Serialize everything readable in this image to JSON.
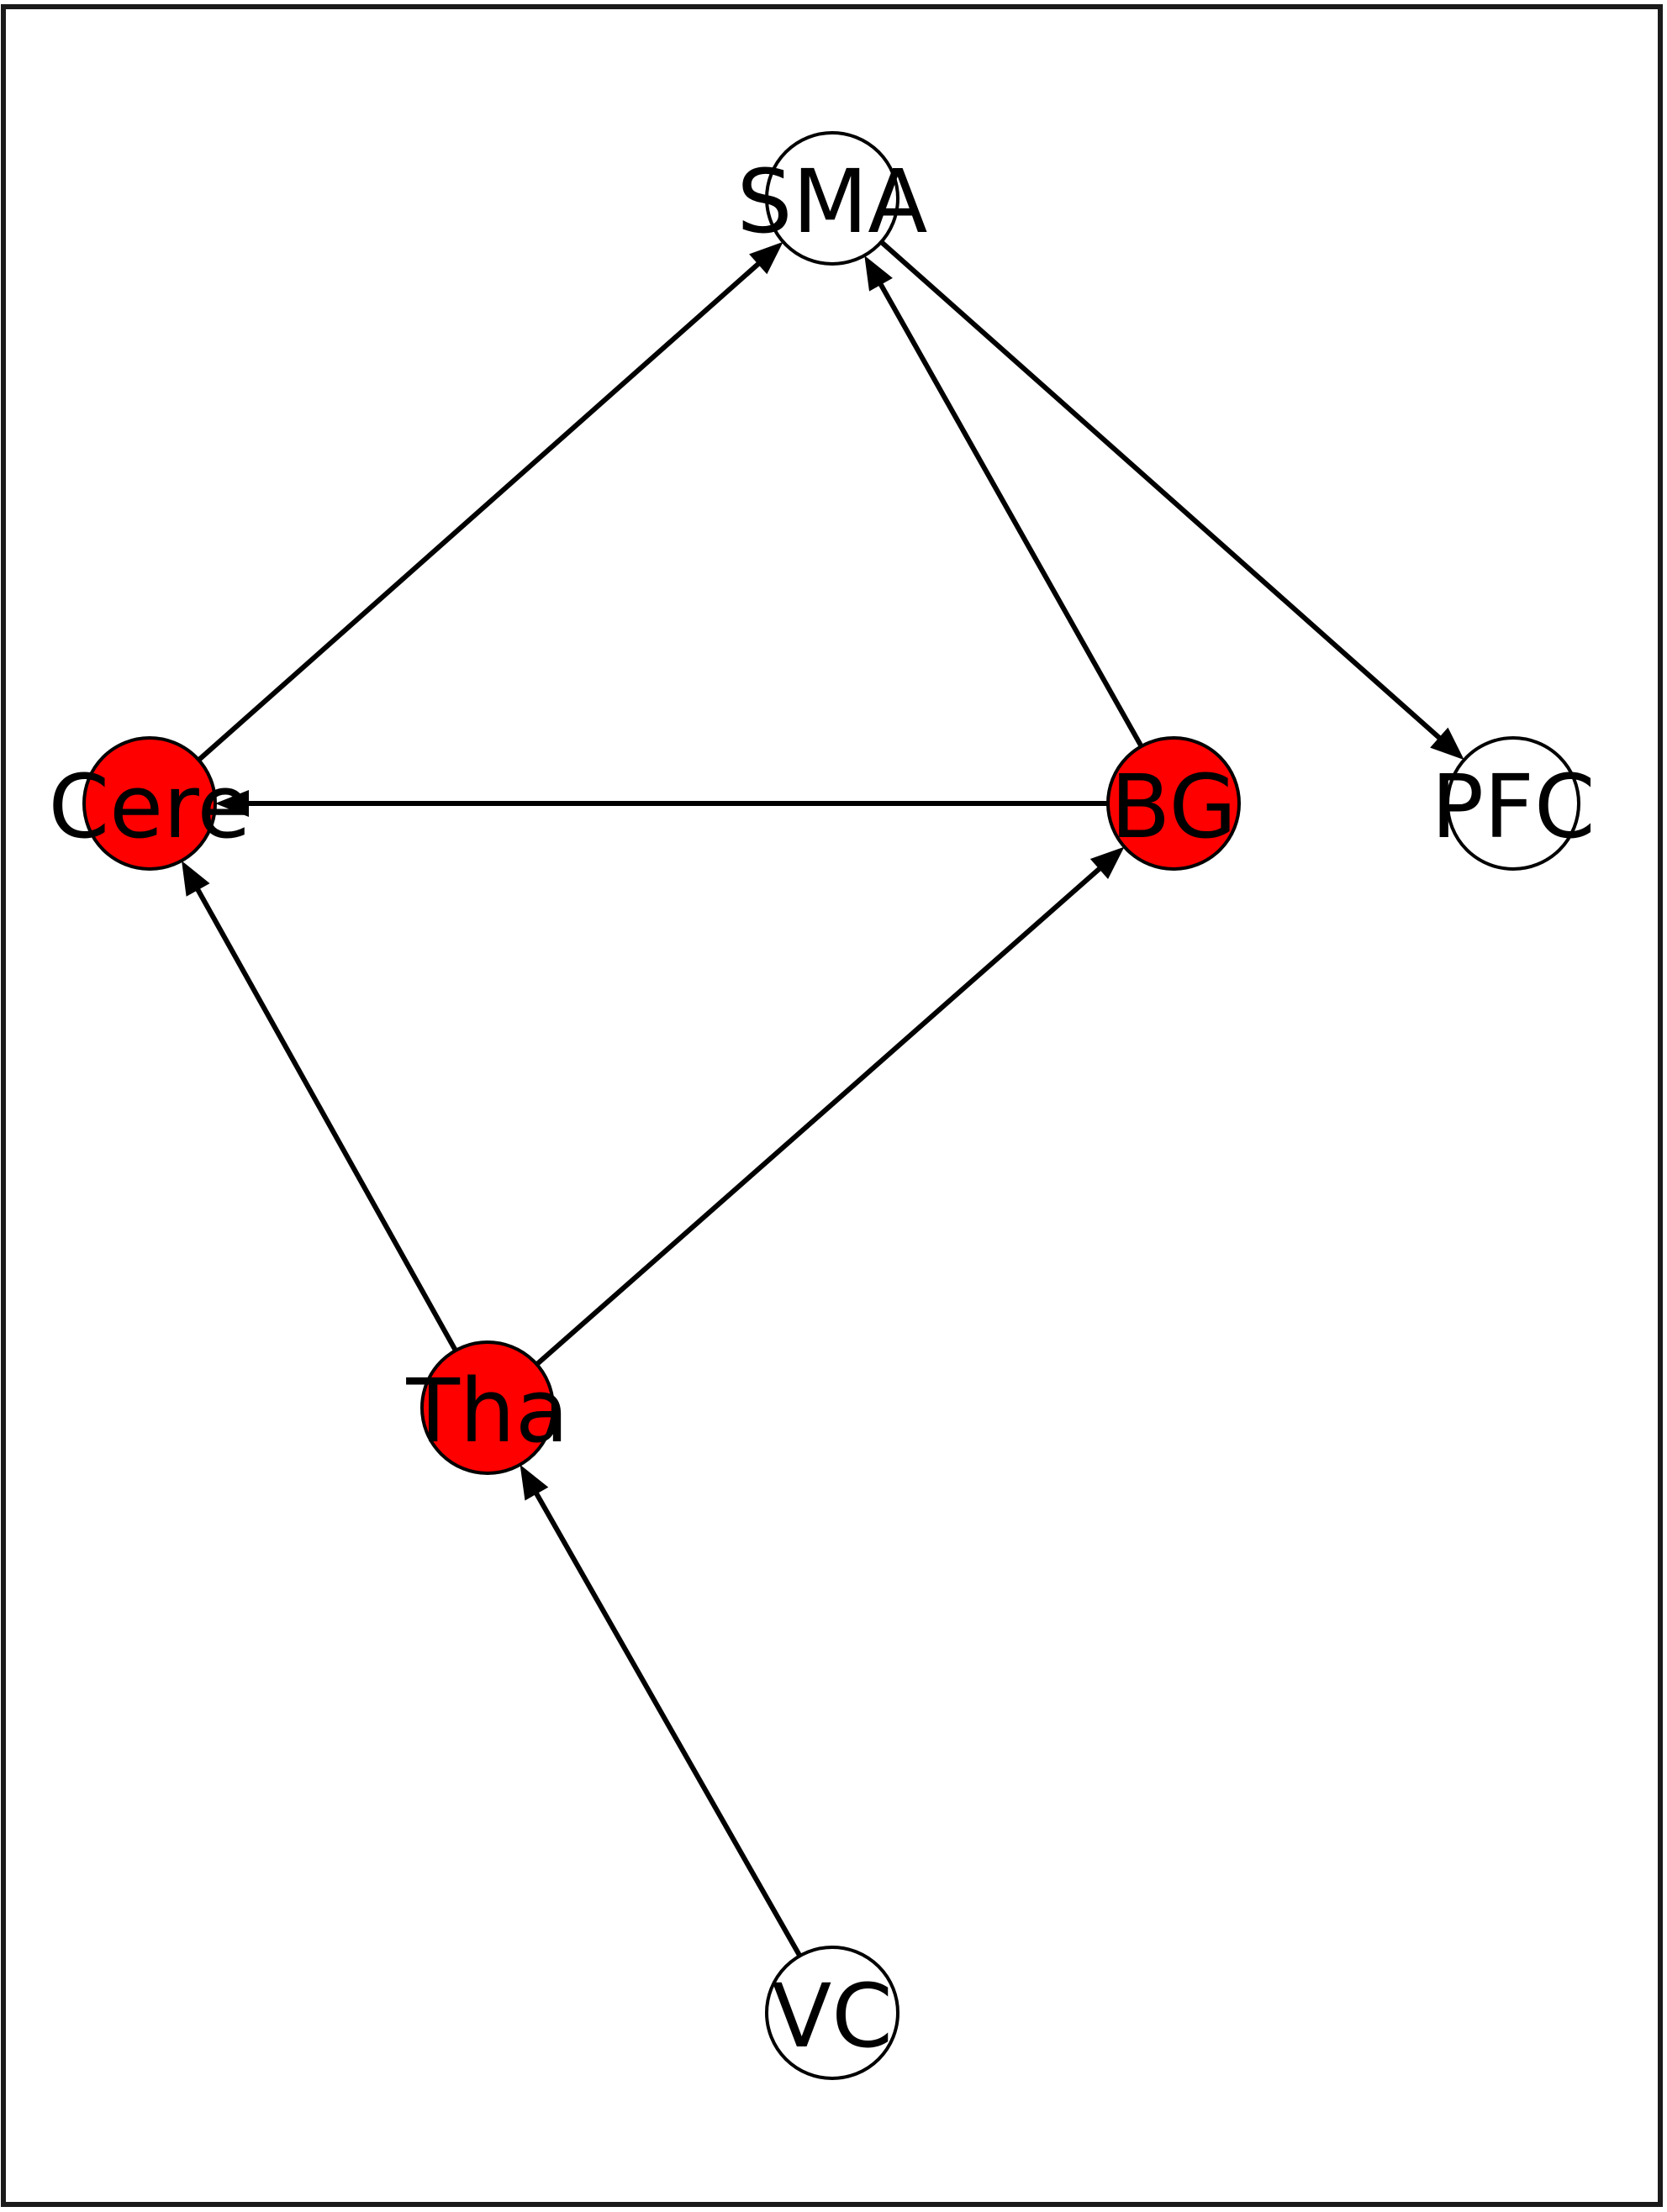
{
  "colors": {
    "highlight_fill": "#ff0000",
    "default_fill": "#ffffff",
    "edge": "#000000",
    "frame": "#1a1a1a"
  },
  "graph": {
    "nodes": [
      {
        "id": "SMA",
        "label": "SMA",
        "highlighted": false
      },
      {
        "id": "Cere",
        "label": "Cere",
        "highlighted": true
      },
      {
        "id": "BG",
        "label": "BG",
        "highlighted": true
      },
      {
        "id": "PFC",
        "label": "PFC",
        "highlighted": false
      },
      {
        "id": "Tha",
        "label": "Tha",
        "highlighted": true
      },
      {
        "id": "VC",
        "label": "VC",
        "highlighted": false
      }
    ],
    "edges": [
      {
        "source": "Cere",
        "target": "SMA"
      },
      {
        "source": "BG",
        "target": "SMA"
      },
      {
        "source": "SMA",
        "target": "PFC"
      },
      {
        "source": "BG",
        "target": "Cere"
      },
      {
        "source": "Tha",
        "target": "Cere"
      },
      {
        "source": "Tha",
        "target": "BG"
      },
      {
        "source": "VC",
        "target": "Tha"
      }
    ]
  }
}
